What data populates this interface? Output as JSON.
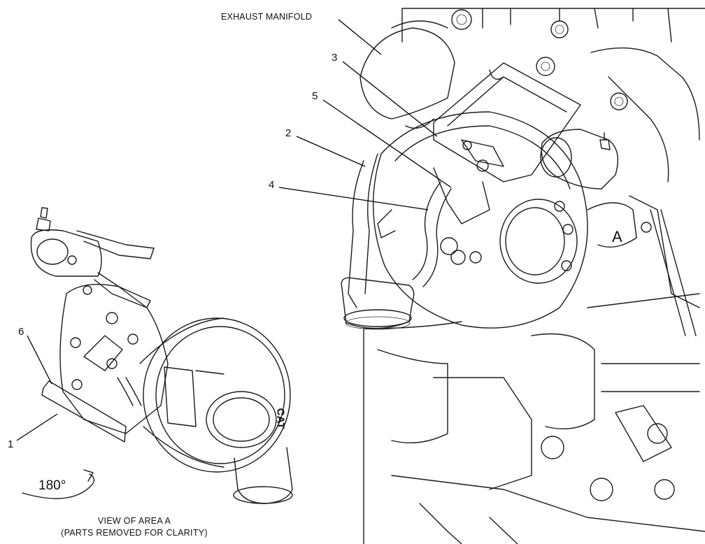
{
  "labels": {
    "exhaust_manifold": "EXHAUST MANIFOLD",
    "callout_1": "1",
    "callout_2": "2",
    "callout_3": "3",
    "callout_4": "4",
    "callout_5": "5",
    "callout_6": "6",
    "area_marker": "A",
    "rotation": "180°",
    "stamp_on_part": "CAT"
  },
  "caption": {
    "line1": "VIEW OF AREA  A",
    "line2": "(PARTS REMOVED FOR CLARITY)"
  }
}
